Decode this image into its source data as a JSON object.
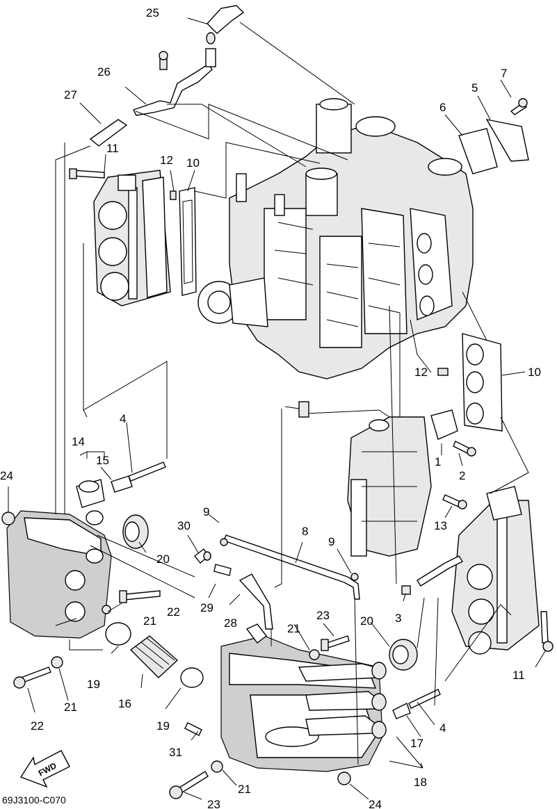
{
  "callouts": [
    "1",
    "2",
    "3",
    "4",
    "4",
    "5",
    "6",
    "7",
    "8",
    "9",
    "9",
    "10",
    "10",
    "11",
    "11",
    "12",
    "12",
    "13",
    "14",
    "15",
    "16",
    "17",
    "18",
    "19",
    "19",
    "20",
    "20",
    "21",
    "21",
    "21",
    "21",
    "22",
    "22",
    "23",
    "23",
    "24",
    "24",
    "25",
    "26",
    "27",
    "28",
    "29",
    "30",
    "31"
  ],
  "diagram_code": "69J3100-C070",
  "fwd_label": "FWD"
}
